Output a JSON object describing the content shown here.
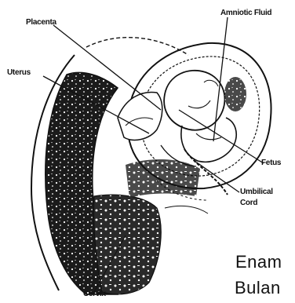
{
  "labels": {
    "placenta": "Placenta",
    "uterus": "Uterus",
    "amniotic_fluid": "Amniotic Fluid",
    "fetus": "Fetus",
    "umbilical_cord_line1": "Umbilical",
    "umbilical_cord_line2": "Cord",
    "cervix": "Cervix"
  },
  "caption": {
    "line1": "Enam",
    "line2": "Bulan"
  },
  "colors": {
    "ink": "#111111",
    "paper": "#ffffff"
  }
}
